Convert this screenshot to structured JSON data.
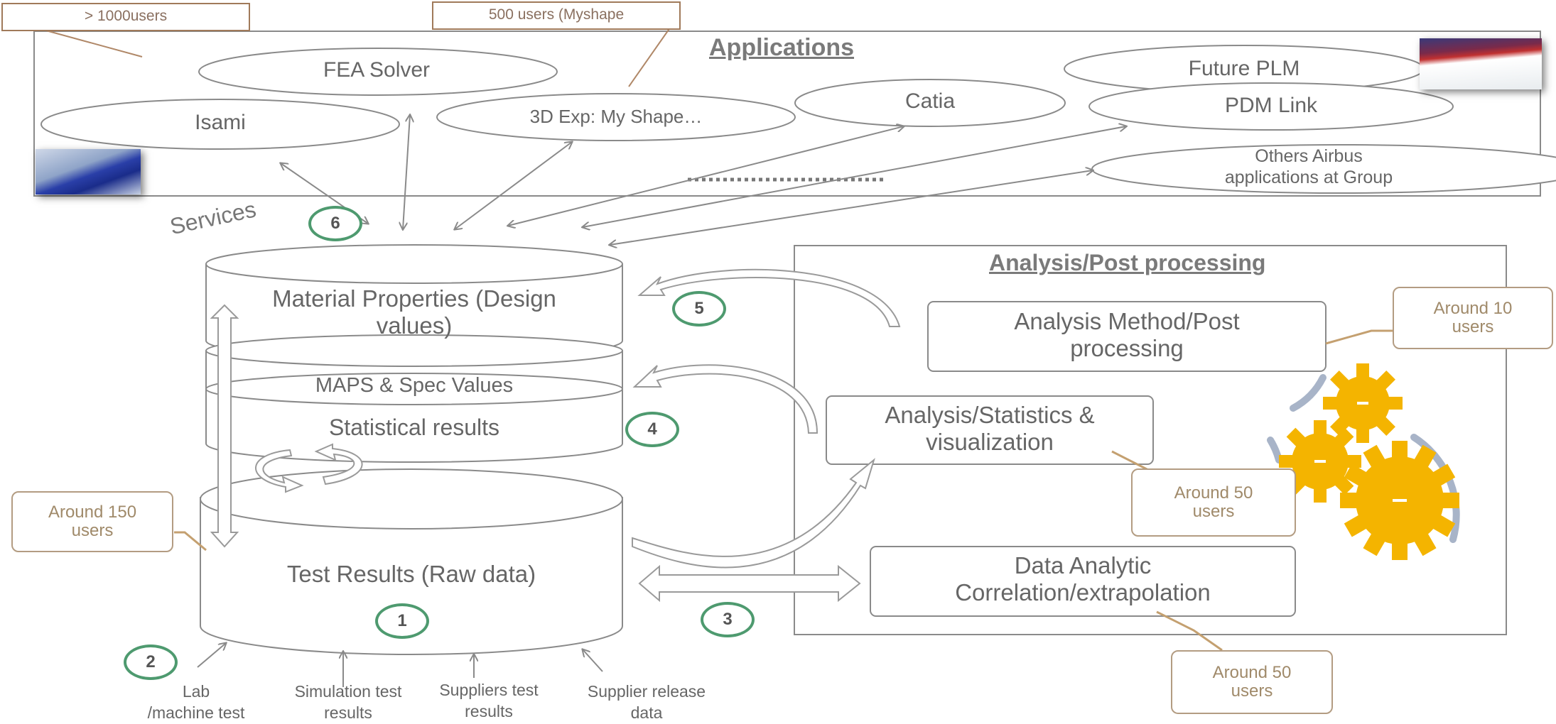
{
  "callouts_top": {
    "users_1000": "> 1000users",
    "users_500": "500 users (Myshape"
  },
  "applications": {
    "title": "Applications",
    "items": {
      "fea": "FEA Solver",
      "isami": "Isami",
      "myshape": "3D Exp: My Shape…",
      "catia": "Catia",
      "future_plm": "Future PLM",
      "pdm": "PDM Link",
      "others_line1": "Others Airbus",
      "others_line2": "applications at Group"
    }
  },
  "services_label": "Services",
  "database": {
    "material_line1": "Material  Properties  (Design",
    "material_line2": "values)",
    "maps": "MAPS & Spec Values",
    "statistical": "Statistical  results",
    "test_results": "Test Results (Raw data)"
  },
  "analysis": {
    "title": "Analysis/Post  processing",
    "method_line1": "Analysis Method/Post",
    "method_line2": "processing",
    "stats_line1": "Analysis/Statistics  &",
    "stats_line2": "visualization",
    "data_line1": "Data Analytic",
    "data_line2": "Correlation/extrapolation"
  },
  "user_callouts": {
    "around_10_line1": "Around 10",
    "around_10_line2": "users",
    "around_150_line1": "Around 150",
    "around_150_line2": "users",
    "around_50a_line1": "Around 50",
    "around_50a_line2": "users",
    "around_50b_line1": "Around 50",
    "around_50b_line2": "users"
  },
  "steps": [
    "1",
    "2",
    "3",
    "4",
    "5",
    "6"
  ],
  "sources": {
    "lab_line1": "Lab",
    "lab_line2": "/machine test",
    "sim_line1": "Simulation  test",
    "sim_line2": "results",
    "suppliers_line1": "Suppliers  test",
    "suppliers_line2": "results",
    "release_line1": "Supplier release",
    "release_line2": "data"
  },
  "colors": {
    "outline": "#8a8a8a",
    "step_ring": "#4e9a6f",
    "callout_border": "#b39c82",
    "gear": "#f4b400",
    "gear_arc": "#a8b4c8"
  }
}
